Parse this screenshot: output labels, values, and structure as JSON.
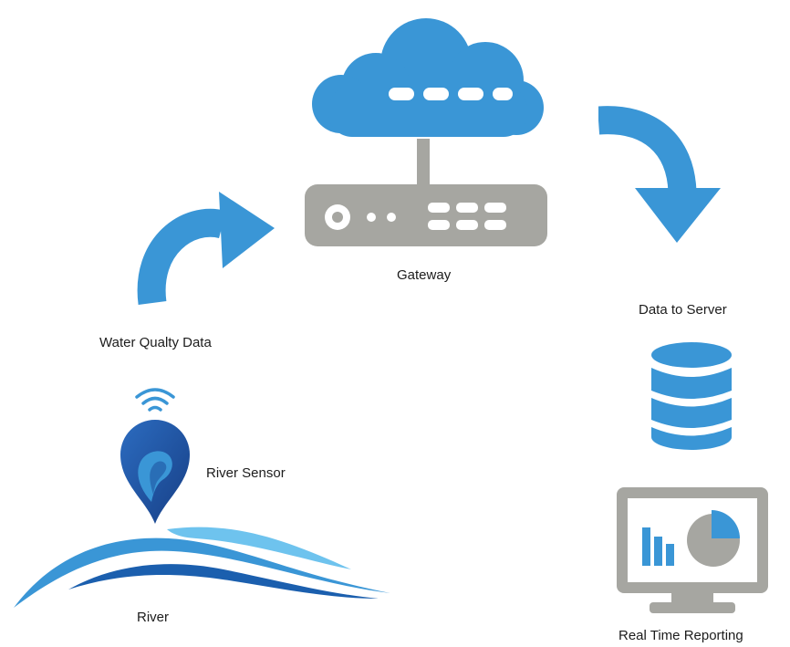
{
  "colors": {
    "blue": "#3a96d6",
    "dark_blue": "#1b4f9c",
    "light_blue": "#6ec3ee",
    "gray": "#a6a6a1",
    "text": "#1c1c1c"
  },
  "nodes": {
    "gateway": {
      "label": "Gateway",
      "icons": [
        "cloud-icon",
        "router-icon"
      ]
    },
    "server": {
      "label": "Data to Server",
      "icons": [
        "database-icon"
      ]
    },
    "reporting": {
      "label": "Real Time Reporting",
      "icons": [
        "monitor-chart-icon"
      ]
    },
    "sensor": {
      "label": "River Sensor",
      "icons": [
        "wifi-icon",
        "location-pin-icon"
      ]
    },
    "river": {
      "label": "River",
      "icons": [
        "river-waves-icon"
      ]
    }
  },
  "edges": {
    "sensor_to_gateway": {
      "label": "Water Qualty Data",
      "icon": "curved-arrow-up-right-icon"
    },
    "gateway_to_server": {
      "icon": "curved-arrow-down-right-icon"
    }
  }
}
